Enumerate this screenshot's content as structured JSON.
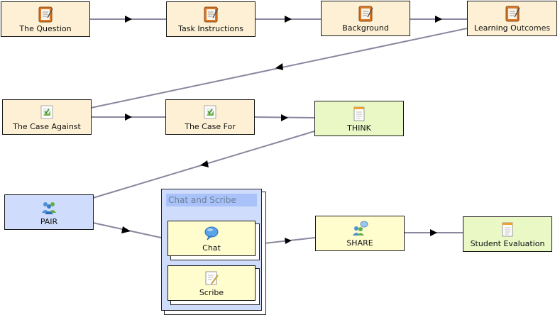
{
  "nodes": {
    "the_question": "The Question",
    "task_instructions": "Task Instructions",
    "background": "Background",
    "learning_outcomes": "Learning Outcomes",
    "case_against": "The Case Against",
    "case_for": "The Case For",
    "think": "THINK",
    "pair": "PAIR",
    "share": "SHARE",
    "student_evaluation": "Student Evaluation"
  },
  "group": {
    "title": "Chat and Scribe",
    "chat": "Chat",
    "scribe": "Scribe"
  },
  "colors": {
    "tan": "#fdf0d4",
    "green": "#e9f8c5",
    "blue": "#cfdcfb",
    "yellow": "#fffcce",
    "connector": "#8a879f"
  }
}
